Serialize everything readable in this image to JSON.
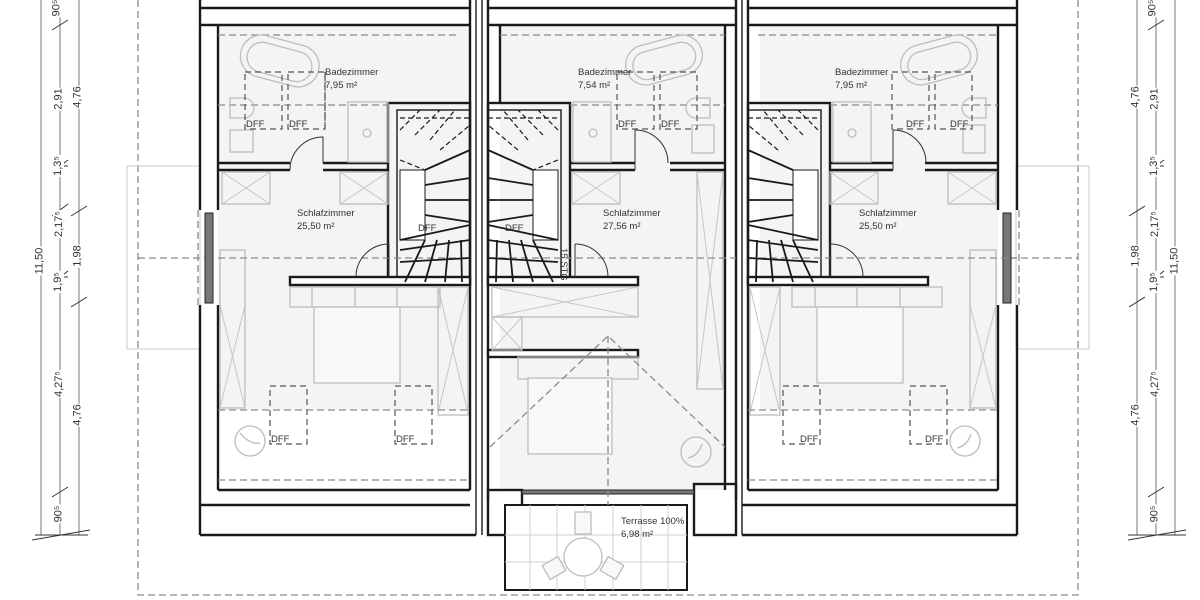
{
  "plan": {
    "type": "floor-plan",
    "level": "upper floor (row houses, 3 units)"
  },
  "units": [
    {
      "id": "left",
      "rooms": [
        {
          "name": "Badezimmer",
          "area": "7,95 m²"
        },
        {
          "name": "Schlafzimmer",
          "area": "25,50 m²"
        }
      ]
    },
    {
      "id": "middle",
      "rooms": [
        {
          "name": "Badezimmer",
          "area": "7,54 m²"
        },
        {
          "name": "Schlafzimmer",
          "area": "27,56 m²"
        },
        {
          "name": "Terrasse 100%",
          "area": "6,98 m²"
        }
      ],
      "stair_note": "15 STG"
    },
    {
      "id": "right",
      "rooms": [
        {
          "name": "Badezimmer",
          "area": "7,95 m²"
        },
        {
          "name": "Schlafzimmer",
          "area": "25,50 m²"
        }
      ]
    }
  ],
  "labels": {
    "left_bath_name": "Badezimmer",
    "left_bath_area": "7,95 m²",
    "left_bed_name": "Schlafzimmer",
    "left_bed_area": "25,50 m²",
    "mid_bath_name": "Badezimmer",
    "mid_bath_area": "7,54 m²",
    "mid_bed_name": "Schlafzimmer",
    "mid_bed_area": "27,56 m²",
    "terrace_name": "Terrasse 100%",
    "terrace_area": "6,98 m²",
    "right_bath_name": "Badezimmer",
    "right_bath_area": "7,95 m²",
    "right_bed_name": "Schlafzimmer",
    "right_bed_area": "25,50 m²",
    "stair_count": "15 STG",
    "skylight": "DFF"
  },
  "dimensions": {
    "left": {
      "outer": "11,50",
      "middle": [
        "90⁵",
        "2,91",
        "1,3⁵",
        "2,17⁵",
        "1,9⁵",
        "4,27⁵",
        "90⁵"
      ],
      "inner": [
        "4,76",
        "1,98",
        "4,76"
      ]
    },
    "right": {
      "outer": "11,50",
      "middle": [
        "90⁵",
        "2,91",
        "1,3⁵",
        "2,17⁵",
        "1,9⁵",
        "4,27⁵",
        "90⁵"
      ],
      "inner": [
        "4,76",
        "1,98",
        "4,76"
      ]
    }
  },
  "colors": {
    "wall": "#1a1a1a",
    "floor": "#f4f4f4",
    "furniture": "#bdbdbd",
    "dashed": "#8a8a8a"
  }
}
